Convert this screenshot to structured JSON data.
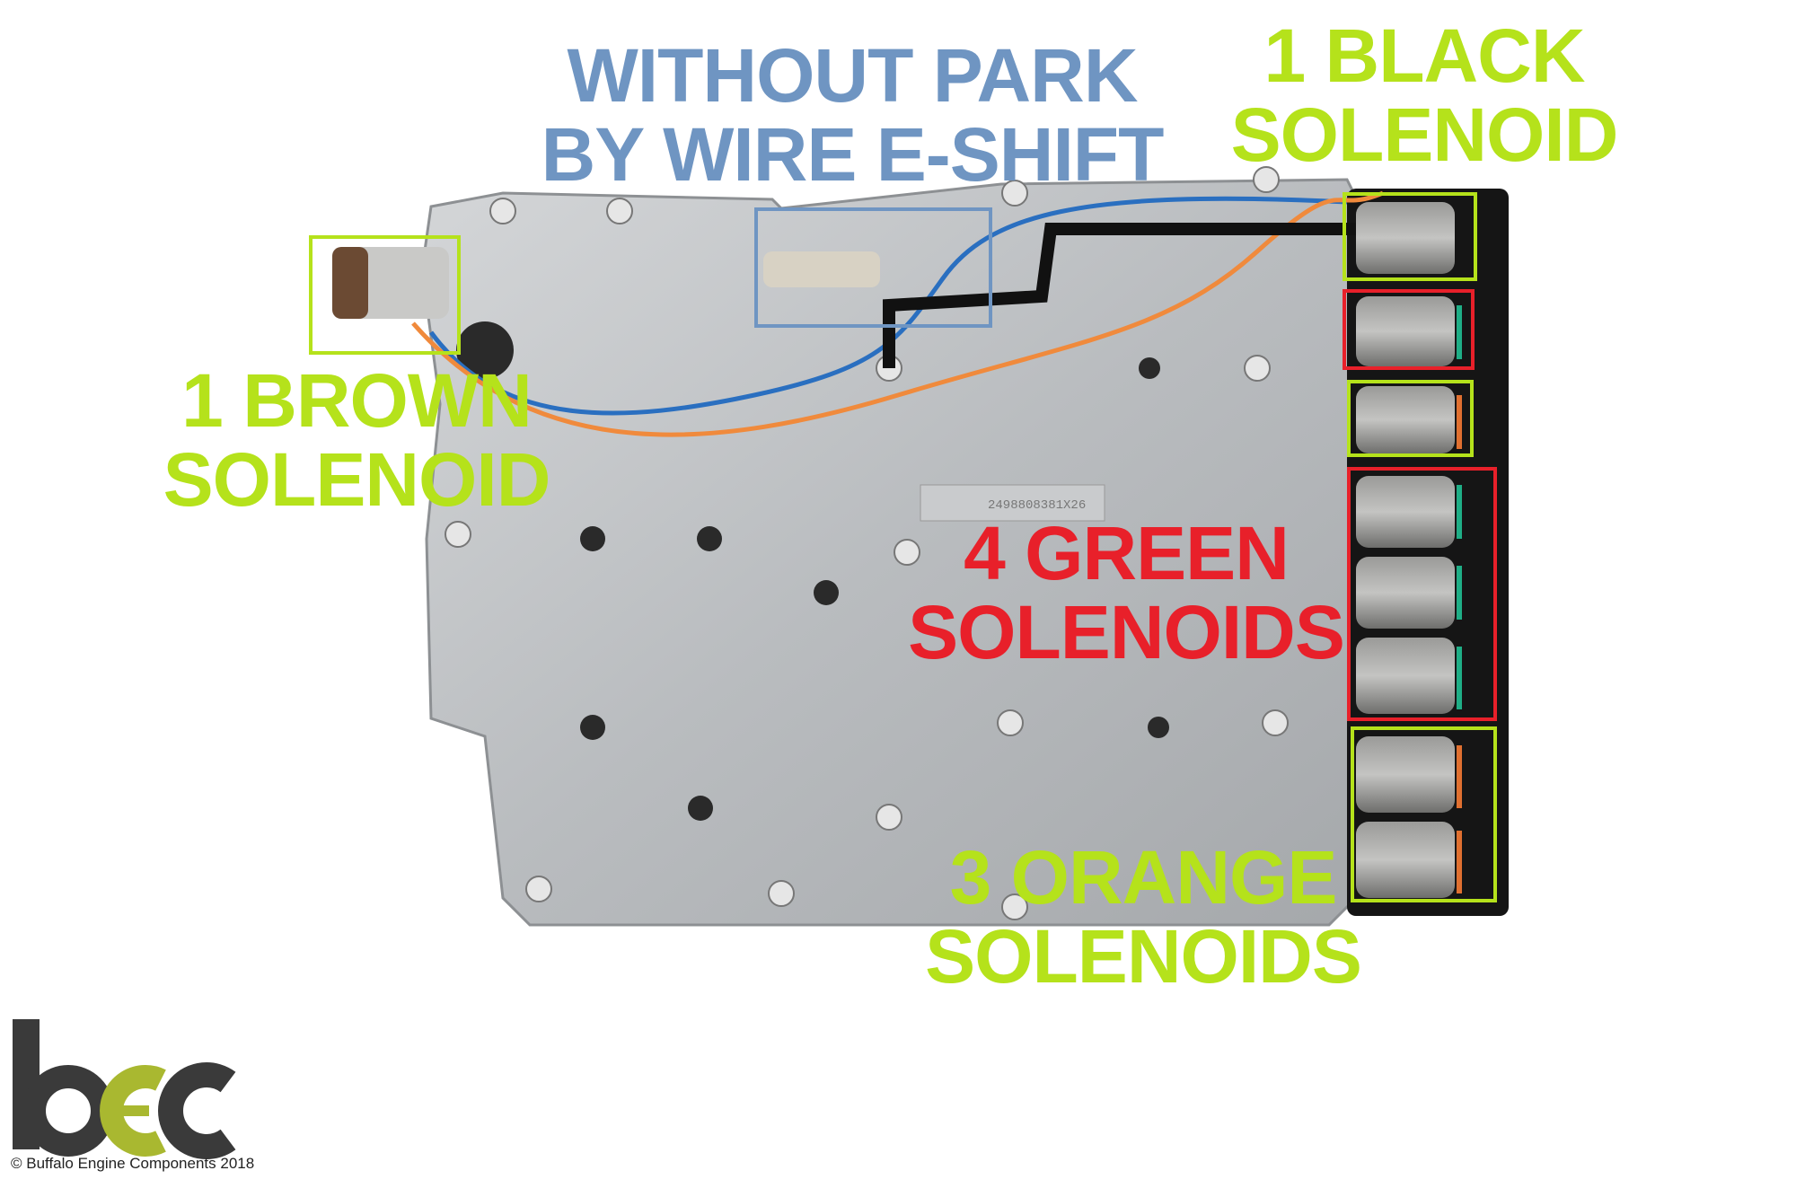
{
  "labels": {
    "park": {
      "line1": "WITHOUT PARK",
      "line2": "BY WIRE E-SHIFT"
    },
    "black": {
      "line1": "1 BLACK",
      "line2": "SOLENOID"
    },
    "brown": {
      "line1": "1 BROWN",
      "line2": "SOLENOID"
    },
    "green": {
      "line1": "4 GREEN",
      "line2": "SOLENOIDS"
    },
    "orange": {
      "line1": "3 ORANGE",
      "line2": "SOLENOIDS"
    }
  },
  "logo": {
    "text": "bec",
    "copyright": "© Buffalo Engine Components 2018"
  },
  "part_marking": "2498808381X26",
  "colors": {
    "blue": "#6f95c2",
    "lime": "#b5e21b",
    "red": "#e8202a",
    "logo_dark": "#3a3a3a",
    "logo_green": "#a9b830"
  }
}
